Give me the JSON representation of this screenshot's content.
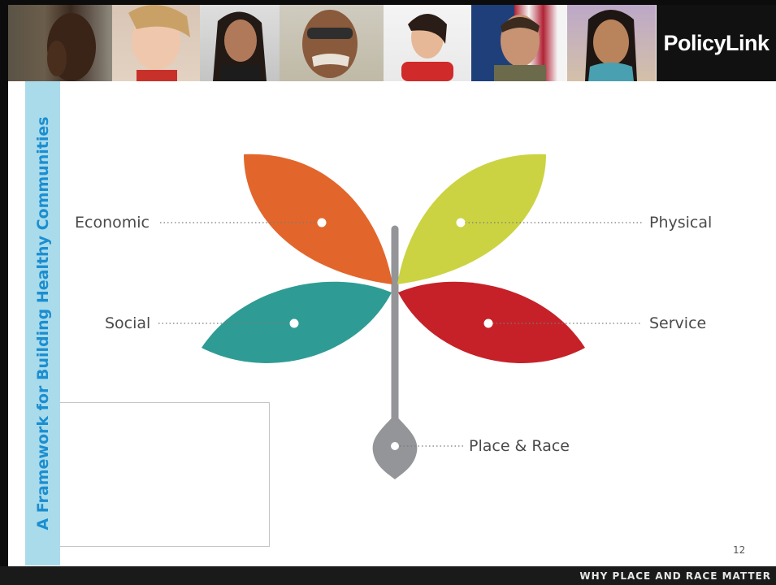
{
  "header": {
    "logo_text": "PolicyLink",
    "photos": [
      "portrait-man-hand-on-cheek",
      "portrait-woman-red-scarf",
      "portrait-woman-dark-hair",
      "portrait-elderly-man-glasses",
      "portrait-young-woman",
      "portrait-soldier-flag",
      "portrait-girl-beads"
    ]
  },
  "sidebar": {
    "title": "A Framework for Building Healthy Communities"
  },
  "diagram": {
    "leaves": [
      {
        "label": "Economic",
        "color": "#e2662b"
      },
      {
        "label": "Physical",
        "color": "#cbd342"
      },
      {
        "label": "Social",
        "color": "#2e9c94"
      },
      {
        "label": "Service",
        "color": "#c62128"
      }
    ],
    "root": {
      "label": "Place & Race",
      "color": "#939598"
    },
    "stem_color": "#939598"
  },
  "page_number": "12",
  "footer": {
    "tagline": "WHY PLACE AND RACE MATTER"
  }
}
